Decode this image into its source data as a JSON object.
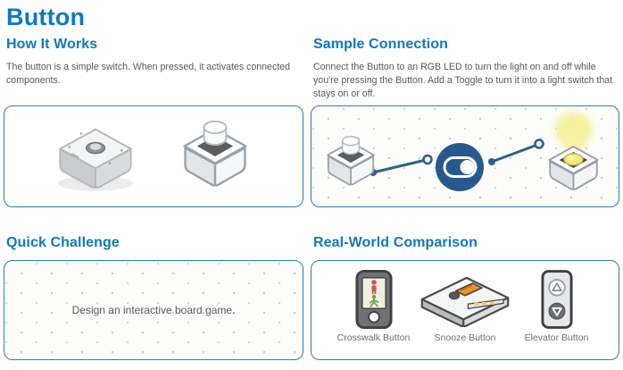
{
  "page": {
    "title": "Button"
  },
  "colors": {
    "accent": "#0e79bf",
    "body-text": "#58595b",
    "panel-border": "#2f7fad",
    "wire-blue": "#2d5f94",
    "toggle-blue": "#27598e",
    "glow-yellow": "#f5ee8e",
    "label-gray": "#6d6e71"
  },
  "sections": {
    "how_it_works": {
      "heading": "How It Works",
      "body": "The button is a simple switch. When pressed, it activates connected components."
    },
    "sample_connection": {
      "heading": "Sample Connection",
      "body": "Connect the Button to an RGB LED to turn the light on and off while you're pressing the Button. Add a Toggle to turn it into a light switch that stays on or off."
    },
    "quick_challenge": {
      "heading": "Quick Challenge",
      "challenge_text": "Design an interactive board game."
    },
    "real_world": {
      "heading": "Real-World Comparison",
      "items": [
        {
          "label": "Crosswalk Button"
        },
        {
          "label": "Snooze Button"
        },
        {
          "label": "Elevator Button"
        }
      ]
    }
  },
  "images": {
    "how_it_works": [
      "button-module-photo",
      "button-module-illustration"
    ],
    "sample_connection": [
      "button-module",
      "toggle-switch",
      "rgb-led-lit"
    ],
    "real_world": [
      "crosswalk-button",
      "snooze-alarm-clock",
      "elevator-buttons"
    ]
  }
}
